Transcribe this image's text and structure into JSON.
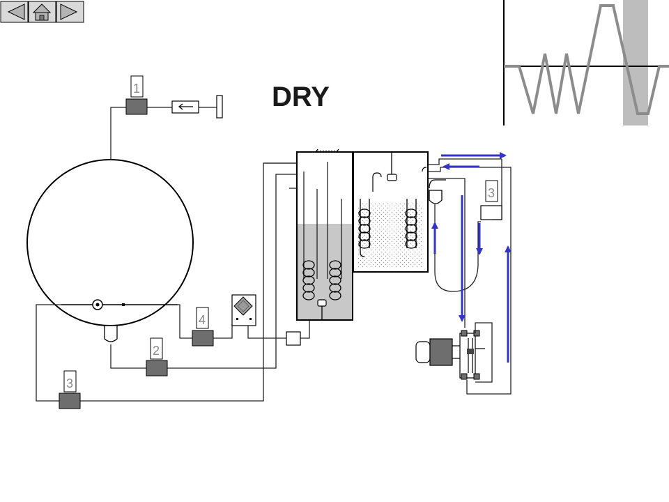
{
  "title": "DRY",
  "nav": {
    "back_icon": "triangle-left-icon",
    "home_icon": "home-icon",
    "forward_icon": "triangle-right-icon"
  },
  "valves": {
    "v1": "1",
    "v2": "2",
    "v3_left": "3",
    "v3_right": "3",
    "v4": "4"
  },
  "colors": {
    "flow_arrow": "#3333c8",
    "valve_body": "#6e6e6e",
    "liquid": "#c8c8c8",
    "wave_line": "#8c8c8c",
    "wave_highlight": "#bdbdbd"
  }
}
